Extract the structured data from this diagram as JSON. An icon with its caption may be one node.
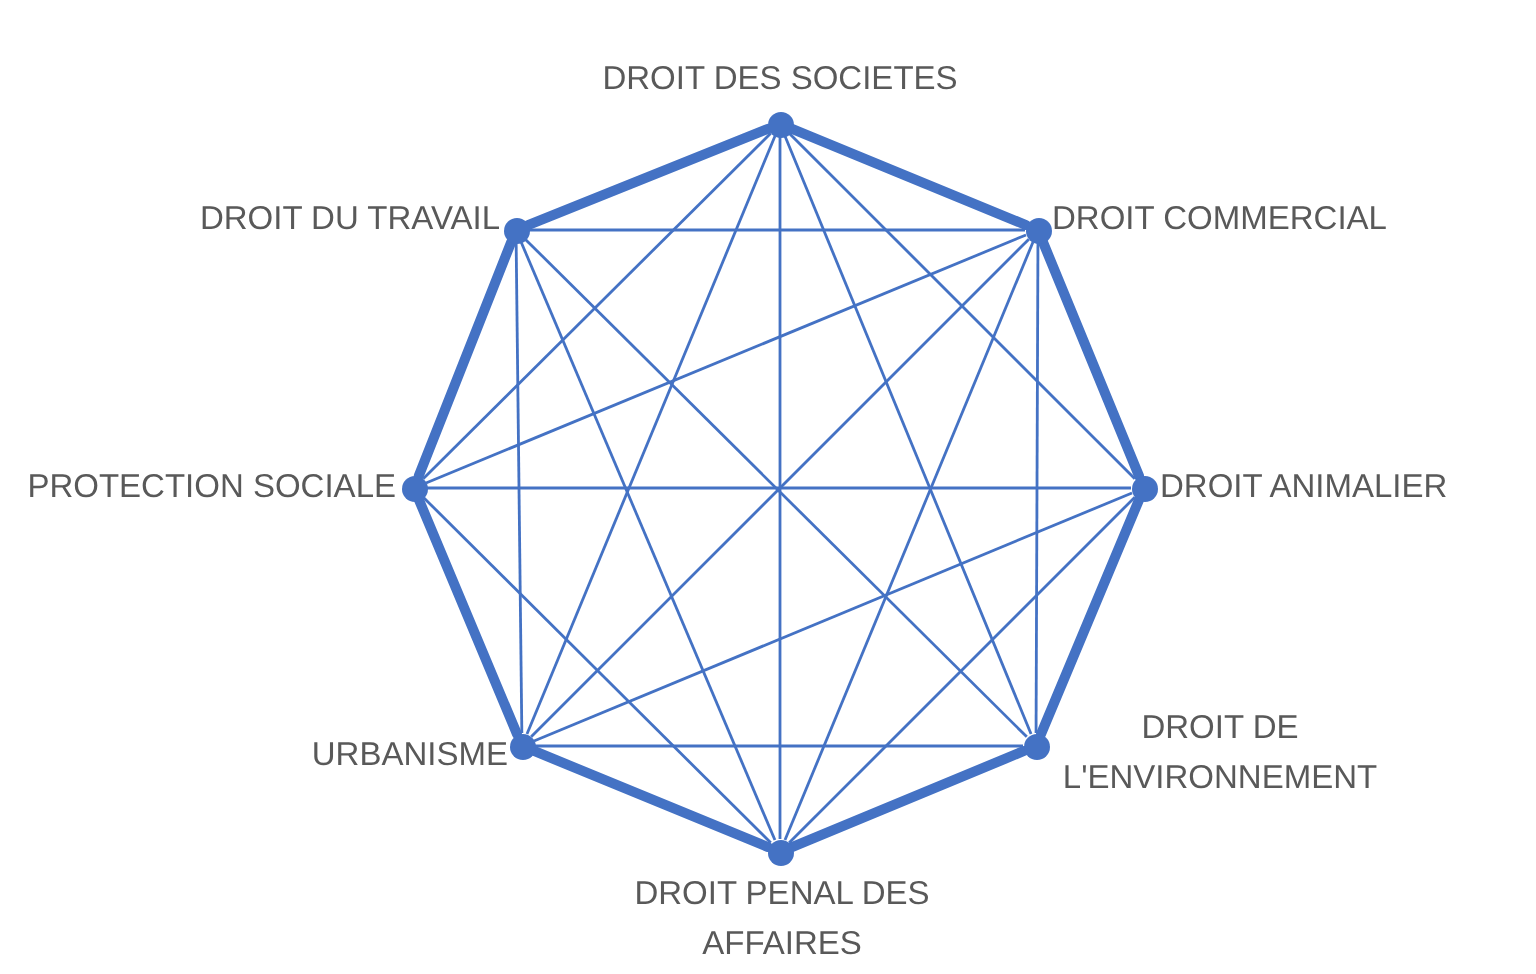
{
  "diagram": {
    "nodes": [
      {
        "text": [],
        "shape": "circle",
        "beside": [
          "DROIT DES SOCIETES"
        ]
      },
      {
        "text": [],
        "shape": "circle",
        "beside": [
          "DROIT DU TRAVAIL"
        ]
      },
      {
        "text": [],
        "shape": "circle",
        "beside": [
          "DROIT COMMERCIAL"
        ]
      },
      {
        "text": [],
        "shape": "circle",
        "beside": [
          "PROTECTION SOCIALE"
        ]
      },
      {
        "text": [],
        "shape": "circle",
        "beside": [
          "DROIT ANIMALIER"
        ]
      },
      {
        "text": [],
        "shape": "circle",
        "beside": [
          "URBANISME"
        ]
      },
      {
        "text": [],
        "shape": "circle",
        "beside": [
          "DROIT DE L'ENVIRONNEMENT"
        ]
      },
      {
        "text": [],
        "shape": "circle",
        "beside": [
          "DROIT PENAL DES AFFAIRES"
        ]
      }
    ],
    "edges": [
      {
        "from": 0,
        "to": 2,
        "arrow": "none",
        "style": "thick"
      },
      {
        "from": 2,
        "to": 4,
        "arrow": "none",
        "style": "thick"
      },
      {
        "from": 4,
        "to": 6,
        "arrow": "none",
        "style": "thick"
      },
      {
        "from": 6,
        "to": 7,
        "arrow": "none",
        "style": "thick"
      },
      {
        "from": 7,
        "to": 5,
        "arrow": "none",
        "style": "thick"
      },
      {
        "from": 5,
        "to": 3,
        "arrow": "none",
        "style": "thick"
      },
      {
        "from": 3,
        "to": 1,
        "arrow": "none",
        "style": "thick"
      },
      {
        "from": 1,
        "to": 0,
        "arrow": "none",
        "style": "thick"
      },
      {
        "from": 0,
        "to": 4,
        "arrow": "none"
      },
      {
        "from": 0,
        "to": 6,
        "arrow": "none"
      },
      {
        "from": 0,
        "to": 7,
        "arrow": "none"
      },
      {
        "from": 0,
        "to": 5,
        "arrow": "none"
      },
      {
        "from": 0,
        "to": 3,
        "arrow": "none"
      },
      {
        "from": 2,
        "to": 6,
        "arrow": "none"
      },
      {
        "from": 2,
        "to": 7,
        "arrow": "none"
      },
      {
        "from": 2,
        "to": 5,
        "arrow": "none"
      },
      {
        "from": 2,
        "to": 3,
        "arrow": "none"
      },
      {
        "from": 2,
        "to": 1,
        "arrow": "none"
      },
      {
        "from": 4,
        "to": 7,
        "arrow": "none"
      },
      {
        "from": 4,
        "to": 5,
        "arrow": "none"
      },
      {
        "from": 4,
        "to": 3,
        "arrow": "none"
      },
      {
        "from": 6,
        "to": 5,
        "arrow": "none"
      },
      {
        "from": 6,
        "to": 1,
        "arrow": "none"
      },
      {
        "from": 7,
        "to": 3,
        "arrow": "none"
      },
      {
        "from": 7,
        "to": 1,
        "arrow": "none"
      },
      {
        "from": 5,
        "to": 1,
        "arrow": "none"
      }
    ]
  }
}
